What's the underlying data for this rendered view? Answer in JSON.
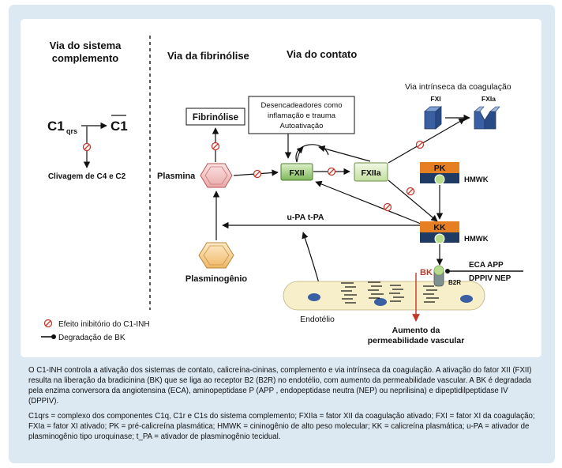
{
  "headings": {
    "complement": [
      "Via do sistema",
      "complemento"
    ],
    "fibrinolysis": "Via da fibrinólise",
    "contact": "Via do contato",
    "intrinsic": "Via intrínseca da coagulação"
  },
  "complement": {
    "c1qrs_main": "C1",
    "c1qrs_sub": "qrs",
    "c1bar": "C1",
    "cleavage": "Clivagem de C4 e C2"
  },
  "fibrinolysis": {
    "fibrinolysis_box": "Fibrinólise",
    "plasmin": "Plasmina",
    "plasminogen": "Plasminogênio",
    "upa_tpa": "u-PA t-PA"
  },
  "contact": {
    "triggers": [
      "Desencadeadores como",
      "inflamação e trauma",
      "Autoativação"
    ],
    "fxii": "FXII",
    "fxiia": "FXIIa",
    "pk": "PK",
    "kk": "KK",
    "hmwk": "HMWK",
    "fxi": "FXI",
    "fxia": "FXIa",
    "bk": "BK",
    "b2r": "B2R",
    "eca_app": "ECA APP",
    "dppiv_nep": "DPPIV NEP",
    "endothelium": "Endotélio",
    "permeability": [
      "Aumento da",
      "permeabilidade vascular"
    ]
  },
  "legend": {
    "inhibitory": "Efeito inibitório do C1-INH",
    "degradation": "Degradação de BK"
  },
  "caption": {
    "p1": "O C1-INH controla a ativação dos sistemas de contato, calicreína-cininas, complemento e via intrínseca da coagulação. A ativação do fator XII (FXII) resulta na liberação da bradicinina (BK) que se liga ao receptor B2 (B2R) no endotélio, com aumento da permeabilidade vascular. A BK é degradada pela enzima conversora da angiotensina (ECA), aminopeptidase P (APP , endopeptidase neutra (NEP) ou neprilisina) e dipeptidilpeptidase IV (DPPIV).",
    "p2": "C1qrs = complexo dos componentes C1q, C1r e C1s do sistema complemento; FXIIa = fator XII da coagulação ativado; FXI = fator XI da coagulação; FXIa = fator XI ativado; PK = pré-calicreína plasmática; HMWK = cininogênio de alto peso molecular; KK = calicreína plasmática; u-PA = ativador de plasminogênio tipo uroquinase; t_PA = ativador de plasminogênio tecidual."
  },
  "colors": {
    "panel": "#dce9f3",
    "inhibit": "#c0392b",
    "factor_green": "#cfe6b8",
    "orange": "#e67e22",
    "navy": "#1f3a63",
    "cell": "#f7efc9"
  }
}
